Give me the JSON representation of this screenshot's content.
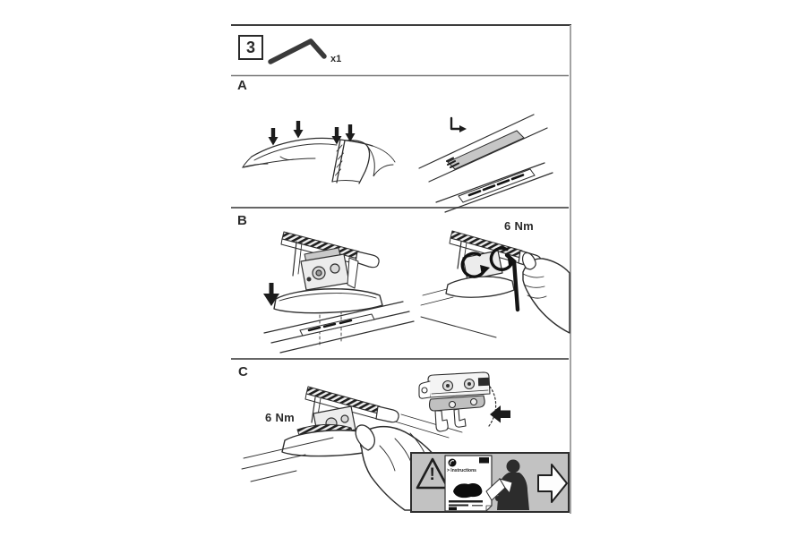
{
  "step": {
    "number": "3",
    "tool_quantity": "x1"
  },
  "sections": {
    "a": {
      "label": "A"
    },
    "b": {
      "label": "B",
      "torque": "6 Nm"
    },
    "c": {
      "label": "C",
      "torque": "6 Nm"
    }
  },
  "info_box": {
    "manual_title": "> Instructions",
    "warning_mark": "!"
  },
  "icons": {
    "tool": "hex-key-icon",
    "press_down": "down-arrow-icon",
    "remove_cover": "slide-arrow-icon",
    "tighten": "rotate-arrow-icon",
    "bracket_direction": "left-arrow-icon",
    "warning": "warning-triangle-icon",
    "next": "next-arrow-icon"
  },
  "colors": {
    "line": "#2e2e2e",
    "shade_strip": "#c6c6c6",
    "panel_background": "#c2c2c2",
    "divider": "#6a6a6a"
  }
}
